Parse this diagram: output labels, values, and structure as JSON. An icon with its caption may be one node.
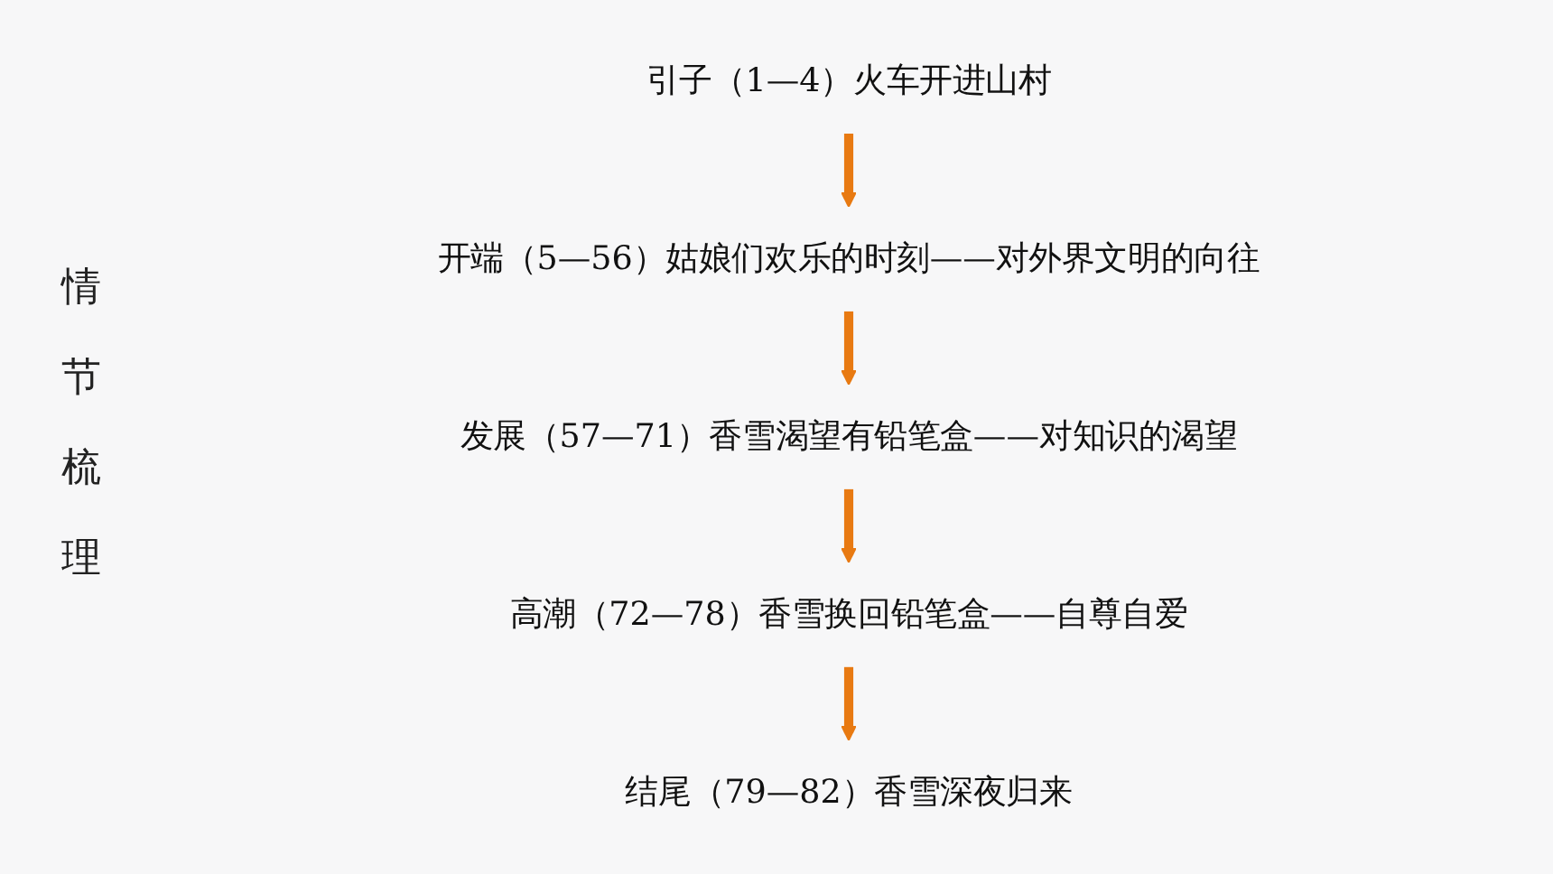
{
  "diagram": {
    "title": "情节梳理",
    "nodes": [
      {
        "text": [
          "引子（1—4）火车开进山村"
        ]
      },
      {
        "text": [
          "开端（5—56）姑娘们欢乐的时刻——对外界文明的向往"
        ]
      },
      {
        "text": [
          "发展（57—71）香雪渴望有铅笔盒——对知识的渴望"
        ]
      },
      {
        "text": [
          "高潮（72—78）香雪换回铅笔盒——自尊自爱"
        ]
      },
      {
        "text": [
          "结尾（79—82）香雪深夜归来"
        ]
      }
    ],
    "edges": [
      {
        "from": 0,
        "to": 1,
        "arrow": "to"
      },
      {
        "from": 1,
        "to": 2,
        "arrow": "to"
      },
      {
        "from": 2,
        "to": 3,
        "arrow": "to"
      },
      {
        "from": 3,
        "to": 4,
        "arrow": "to"
      }
    ]
  }
}
